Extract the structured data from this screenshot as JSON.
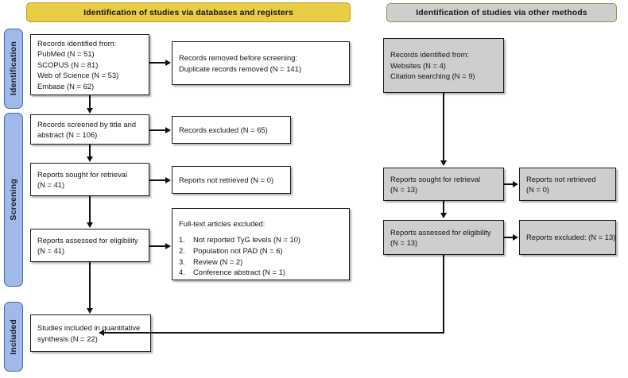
{
  "diagram": {
    "type": "PRISMA flow diagram",
    "banners": {
      "left": "Identification of studies via databases and registers",
      "right": "Identification of studies via other methods"
    },
    "phases": [
      {
        "id": "identification",
        "label": "Identification"
      },
      {
        "id": "screening",
        "label": "Screening"
      },
      {
        "id": "included",
        "label": "Included"
      }
    ],
    "left_column": {
      "identified": {
        "lines": [
          "Records identified from:",
          "PubMed (N = 51)",
          "SCOPUS (N = 81)",
          "Web of Science (N = 53)",
          "Embase (N = 62)"
        ]
      },
      "removed": {
        "lines": [
          "Records removed before screening:",
          "Duplicate records removed  (N = 141)"
        ]
      },
      "screened": {
        "lines": [
          "Records screened by title and",
          "abstract (N = 106)"
        ]
      },
      "records_excluded": {
        "lines": [
          "Records excluded (N = 65)"
        ]
      },
      "sought": {
        "lines": [
          "Reports sought for retrieval",
          "(N = 41)"
        ]
      },
      "not_retrieved": {
        "lines": [
          "Reports not retrieved (N = 0)"
        ]
      },
      "assessed": {
        "lines": [
          "Reports assessed for eligibility",
          "(N = 41)"
        ]
      },
      "fulltext_excluded": {
        "title": "Full-text articles excluded:",
        "items": [
          {
            "num": "1.",
            "text": "Not reported TyG levels (N = 10)"
          },
          {
            "num": "2.",
            "text": "Population not PAD (N = 6)"
          },
          {
            "num": "3.",
            "text": "Review (N = 2)"
          },
          {
            "num": "4.",
            "text": "Conference abstract (N = 1)"
          }
        ]
      },
      "included": {
        "lines": [
          "Studies included in quantitative",
          "synthesis (N = 22)"
        ]
      }
    },
    "right_column": {
      "identified": {
        "lines": [
          "Records identified from:",
          "Websites (N = 4)",
          "Citation searching (N = 9)"
        ]
      },
      "sought": {
        "lines": [
          "Reports sought for retrieval",
          "(N = 13)"
        ]
      },
      "not_retrieved": {
        "lines": [
          "Reports not retrieved",
          "(N = 0)"
        ]
      },
      "assessed": {
        "lines": [
          "Reports assessed for eligibility",
          "(N = 13)"
        ]
      },
      "excluded": {
        "lines": [
          "Reports excluded: (N = 13)"
        ]
      }
    },
    "colors": {
      "banner_yellow": "#E8CD45",
      "banner_gray": "#CECECE",
      "phase_tab_blue": "#9FB9E8",
      "phase_tab_border": "#4169B0",
      "box_border": "#1c1c1c",
      "connector": "#111111"
    }
  }
}
